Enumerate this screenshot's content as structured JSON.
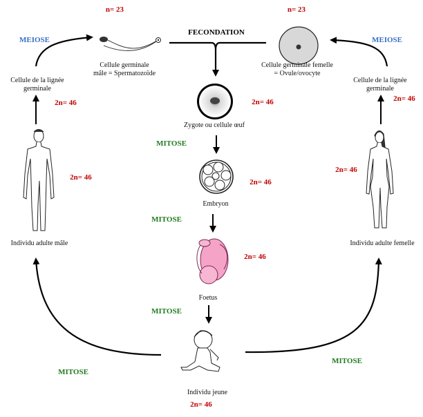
{
  "labels": {
    "n_left": "n= 23",
    "n_right": "n= 23",
    "fecondation": "FECONDATION",
    "meiose_left": "MEIOSE",
    "meiose_right": "MEIOSE",
    "sperm_line1": "Cellule germinale",
    "sperm_line2": "mâle = Spermatozoïde",
    "ovum_line1": "Cellule germinale femelle",
    "ovum_line2": "= Ovule/ovocyte",
    "lignee_left_1": "Cellule de la lignée",
    "lignee_left_2": "germinale",
    "lignee_right_1": "Cellule de la lignée",
    "lignee_right_2": "germinale",
    "twon_lignee_left": "2n= 46",
    "twon_lignee_right": "2n= 46",
    "twon_zygote": "2n= 46",
    "zygote": "Zygote ou cellule œuf",
    "mitose_1": "MITOSE",
    "twon_embryon": "2n= 46",
    "embryon": "Embryon",
    "mitose_2": "MITOSE",
    "twon_male": "2n= 46",
    "male": "Individu adulte mâle",
    "twon_female": "2n= 46",
    "female": "Individu adulte femelle",
    "twon_foetus": "2n= 46",
    "foetus": "Foetus",
    "mitose_3": "MITOSE",
    "mitose_left": "MITOSE",
    "mitose_right": "MITOSE",
    "jeune": "Individu jeune",
    "twon_jeune": "2n= 46"
  },
  "colors": {
    "red": "#c00000",
    "green": "#1f7a1f",
    "blue": "#3a6fc4",
    "ovum_fill": "#d8d8d8",
    "foetus_pink": "#f5a3c7"
  }
}
